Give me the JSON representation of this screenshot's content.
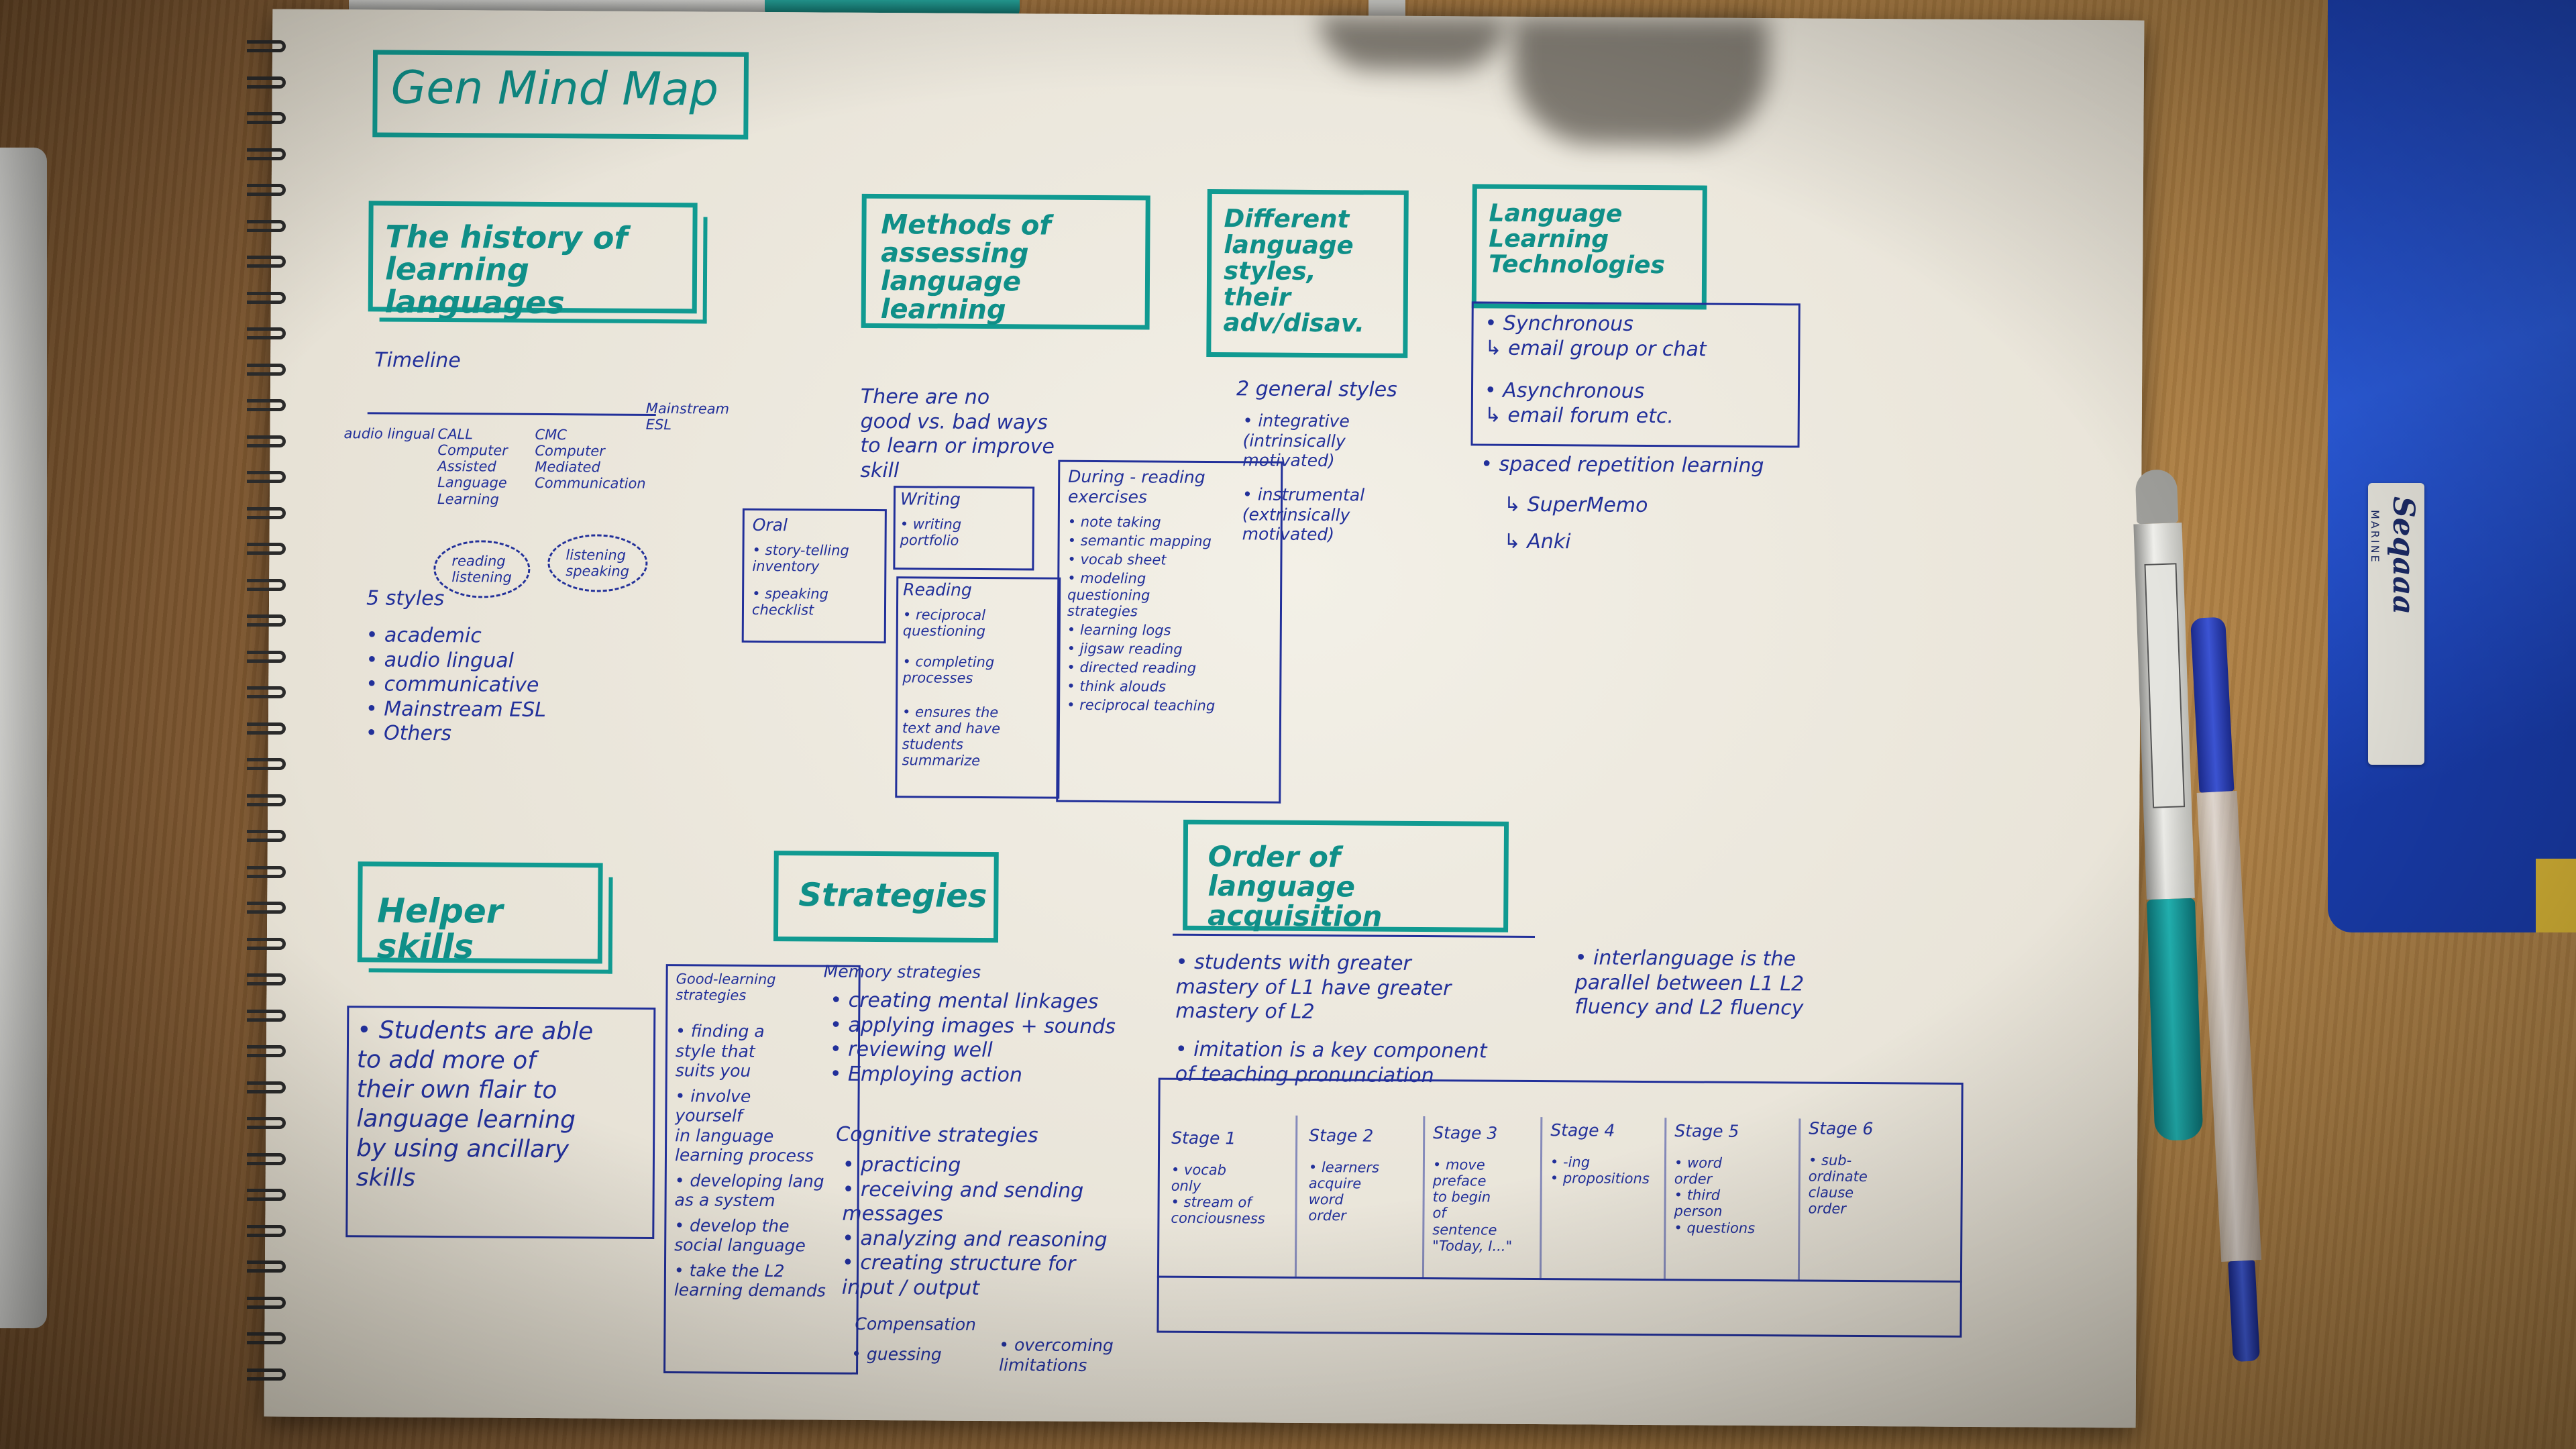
{
  "title": "Gen Mind Map",
  "sections": {
    "history": {
      "title": "The history of learning languages",
      "timeline_label": "Timeline",
      "timeline": [
        "audio lingual",
        "CALL\nComputer\nAssisted\nLanguage\nLearning",
        "CMC\nComputer\nMediated\nCommunication",
        "Mainstream\nESL"
      ],
      "bubbles": [
        "reading\nlistening",
        "listening\nspeaking"
      ],
      "styles_heading": "5 styles",
      "styles": [
        "academic",
        "audio lingual",
        "communicative",
        "Mainstream ESL",
        "Others"
      ]
    },
    "methods": {
      "title": "Methods of assessing language learning",
      "intro": "There are no\ngood vs. bad ways\nto learn or improve\nskill",
      "oral": {
        "heading": "Oral",
        "items": [
          "story-telling\ninventory",
          "speaking\nchecklist"
        ]
      },
      "writing": {
        "heading": "Writing",
        "items": [
          "writing\nportfolio"
        ]
      },
      "reading": {
        "heading": "Reading",
        "items": [
          "reciprocal\nquestioning",
          "completing\nprocesses",
          "ensures the\ntext and have\nstudents\nsummarize"
        ]
      },
      "during": {
        "heading": "During - reading\nexercises",
        "items": [
          "note taking",
          "semantic mapping",
          "vocab sheet",
          "modeling\nquestioning\nstrategies",
          "learning logs",
          "jigsaw reading",
          "directed reading",
          "think alouds",
          "reciprocal teaching"
        ]
      }
    },
    "styles": {
      "title": "Different language styles, their adv/disav.",
      "intro": "2 general styles",
      "items": [
        "integrative\n(intrinsically\nmotivated)",
        "instrumental\n(extrinsically\nmotivated)"
      ]
    },
    "tech": {
      "title": "Language Learning Technologies",
      "items": [
        "Synchronous\n↳ email group or chat",
        "Asynchronous\n↳ email forum etc."
      ],
      "spaced": "spaced repetition learning",
      "tools": [
        "↳ SuperMemo",
        "↳ Anki"
      ]
    },
    "helper": {
      "title": "Helper skills",
      "text": "Students are able\nto add more of\ntheir own flair to\nlanguage learning\nby using ancillary\nskills"
    },
    "strategies": {
      "title": "Strategies",
      "good": {
        "heading": "Good-learning\nstrategies",
        "items": [
          "finding a\nstyle that\nsuits you",
          "involve\nyourself\nin language\nlearning process",
          "developing lang\nas a system",
          "develop the\nsocial language",
          "take the L2\nlearning demands"
        ]
      },
      "memory": {
        "heading": "Memory strategies",
        "items": [
          "creating mental linkages",
          "applying images + sounds",
          "reviewing well",
          "Employing action"
        ]
      },
      "cognitive": {
        "heading": "Cognitive strategies",
        "items": [
          "practicing",
          "receiving and sending\nmessages",
          "analyzing and reasoning",
          "creating structure for\ninput / output"
        ]
      },
      "compensation": {
        "heading": "Compensation",
        "items": [
          "guessing",
          "overcoming\nlimitations"
        ]
      }
    },
    "order": {
      "title": "Order of language acquisition",
      "notes": [
        "students with greater\nmastery of L1 have greater\nmastery of L2",
        "imitation is a key component\nof teaching pronunciation"
      ],
      "side_note": "interlanguage is the\nparallel between L1 L2\nfluency and L2 fluency",
      "stages": [
        {
          "name": "Stage 1",
          "text": "• vocab\n  only\n• stream of\n  conciousness"
        },
        {
          "name": "Stage 2",
          "text": "• learners\n  acquire\n  word\n  order"
        },
        {
          "name": "Stage 3",
          "text": "• move\n  preface\n  to begin\n  of\n  sentence\n\"Today, I...\""
        },
        {
          "name": "Stage 4",
          "text": "• -ing\n• propositions"
        },
        {
          "name": "Stage 5",
          "text": "• word\n  order\n• third\n  person\n• questions"
        },
        {
          "name": "Stage 6",
          "text": "• sub-\n  ordinate\n  clause\n  order"
        }
      ]
    }
  },
  "props": {
    "pouch_brand": "Seqaaa",
    "pouch_sub": "MARINE"
  },
  "colors": {
    "teal_ink": "#109a91",
    "blue_ink": "#22309a",
    "paper": "#eeeae0",
    "desk": "#a8793f",
    "pouch": "#2d60e6"
  }
}
